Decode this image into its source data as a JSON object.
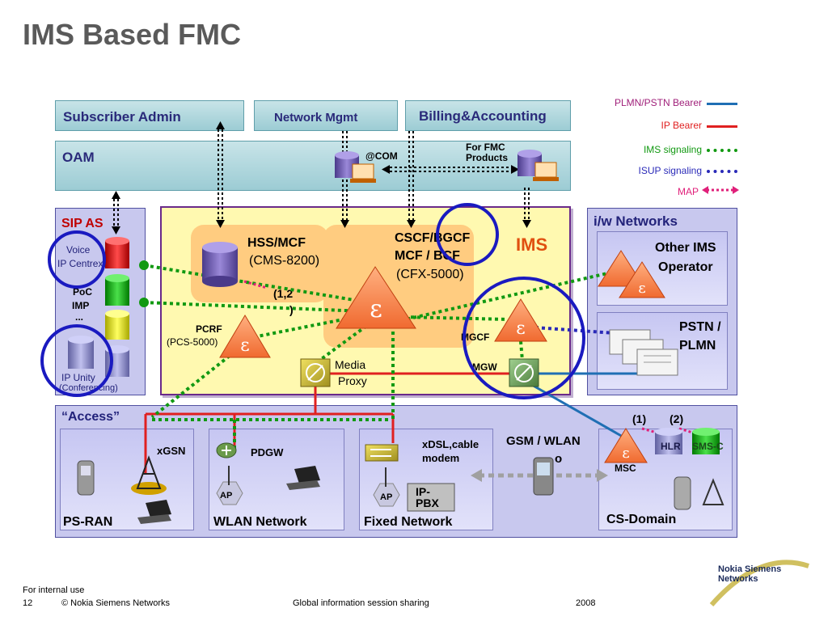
{
  "title": "IMS Based FMC",
  "legend": {
    "plmn": {
      "label": "PLMN/PSTN Bearer",
      "color": "#1f6fb4"
    },
    "ip": {
      "label": "IP Bearer",
      "color": "#e02020"
    },
    "ims_sig": {
      "label": "IMS signaling",
      "color": "#119911"
    },
    "isup": {
      "label": "ISUP signaling",
      "color": "#2a2ab8"
    },
    "map": {
      "label": "MAP",
      "color": "#e0207a"
    }
  },
  "top": {
    "subscriber_admin": "Subscriber Admin",
    "network_mgmt": "Network Mgmt",
    "billing": "Billing&Accounting",
    "oam": "OAM",
    "com": "@COM",
    "for_fmc": "For FMC",
    "products": "Products"
  },
  "sip": {
    "title": "SIP AS",
    "voice": "Voice",
    "ip_centrex": "IP Centrex",
    "poc": "PoC",
    "imp": "IMP",
    "dots": "...",
    "ip_unity": "IP Unity",
    "conferencing": "(Conferencing)"
  },
  "ims": {
    "label": "IMS",
    "hss": "HSS/MCF",
    "cms": "(CMS-8200)",
    "cscf": "CSCF/BGCF",
    "mcf_bcf": "MCF / BCF",
    "cfx": "(CFX-5000)",
    "pcrf": "PCRF",
    "pcs": "(PCS-5000)",
    "media": "Media",
    "proxy": "Proxy",
    "mgcf": "MGCF",
    "mgw": "MGW",
    "one_two": "(1,2",
    "paren": ")"
  },
  "iw": {
    "title": "i/w Networks",
    "other_ims": "Other IMS",
    "operator": "Operator",
    "pstn": "PSTN /",
    "plmn": "PLMN"
  },
  "access": {
    "title": "“Access”",
    "xgsn": "xGSN",
    "ps_ran": "PS-RAN",
    "pdgw": "PDGW",
    "ap": "AP",
    "wlan": "WLAN Network",
    "xdsl": "xDSL,cable",
    "modem": "modem",
    "ip_pbx_1": "IP-",
    "ip_pbx_2": "PBX",
    "fixed": "Fixed Network",
    "gsm_wlan": "GSM / WLAN",
    "gsm_o": "o",
    "msc": "MSC",
    "cs_domain": "CS-Domain",
    "hlr": "HLR",
    "smsc": "SMS-C",
    "one": "(1)",
    "two": "(2)"
  },
  "footer": {
    "internal": "For internal use",
    "page": "12",
    "copyright": "© Nokia Siemens Networks",
    "session": "Global information session sharing",
    "year": "2008",
    "logo_1": "Nokia Siemens",
    "logo_2": "Networks"
  }
}
